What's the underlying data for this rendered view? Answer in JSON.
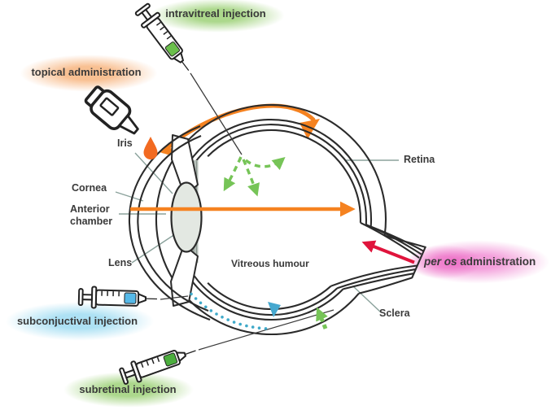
{
  "figure": {
    "title_hint": "ocular drug administration routes diagram",
    "routes": {
      "intravitreal": {
        "label": "intravitreal injection",
        "glow_color": "#90cb66"
      },
      "topical": {
        "label": "topical administration",
        "glow_color": "#f59e58"
      },
      "subconjunctival": {
        "label": "subconjuctival injection",
        "glow_color": "#76cdec"
      },
      "subretinal": {
        "label": "subretinal injection",
        "glow_color": "#90cb66"
      },
      "per_os": {
        "label_italic": "per os",
        "label_rest": " administration",
        "glow_color": "#eb5fc3"
      }
    },
    "anatomy": {
      "iris": "Iris",
      "cornea": "Cornea",
      "anterior_chamber_line1": "Anterior",
      "anterior_chamber_line2": "chamber",
      "lens": "Lens",
      "vitreous_humour": "Vitreous humour",
      "retina": "Retina",
      "sclera": "Sclera"
    },
    "colors": {
      "orange_arrow": "#f58220",
      "green_liquid": "#6abf4b",
      "green_dashed_arrow": "#76c457",
      "blue_liquid": "#56b9e8",
      "blue_dots": "#3fa9c9",
      "red_arrow": "#e0143c",
      "outline": "#2b2b2b",
      "leader_line": "#8ba29c",
      "text": "#3a3a3a"
    },
    "icons": [
      "syringe-icon-intravitreal",
      "syringe-icon-subconjunctival",
      "syringe-icon-subretinal",
      "eye-dropper-icon",
      "drop-icon"
    ]
  }
}
